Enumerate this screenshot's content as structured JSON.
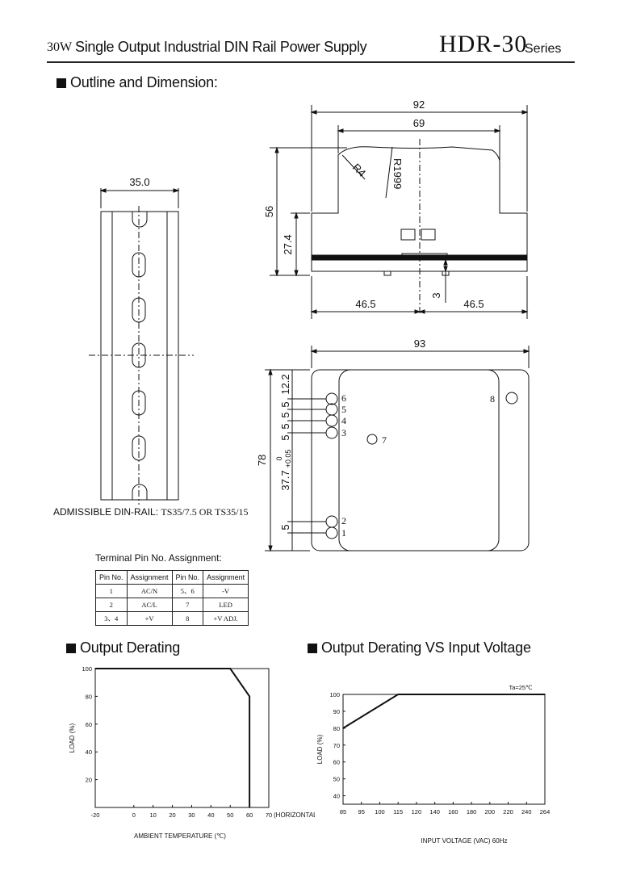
{
  "header": {
    "wattage": "30W",
    "title": "Single Output Industrial DIN Rail Power Supply",
    "model": "HDR-30",
    "series": "Series"
  },
  "sections": {
    "outline": "Outline and Dimension:",
    "derating": "Output Derating",
    "derating_vs_input": "Output Derating VS Input Voltage"
  },
  "dimensions": {
    "rail_width": "35.0",
    "width_total": "92",
    "width_inner": "69",
    "radius_small": "R4",
    "radius_large": "R1999",
    "height_total": "56",
    "height_lower": "27.4",
    "half_left": "46.5",
    "half_right": "46.5",
    "clip_depth": "3",
    "top_width": "93",
    "side_height": "78",
    "pitch_top": "12.2",
    "pitch_a": "5",
    "pitch_b": "5",
    "pitch_c": "5",
    "pitch_d": "5",
    "mid_span": "37.7",
    "mid_tol_upper": "0",
    "mid_tol_lower": "+0.05",
    "pitch_bottom": "5"
  },
  "pin_labels": [
    "1",
    "2",
    "3",
    "4",
    "5",
    "6",
    "7",
    "8"
  ],
  "din_rail": {
    "label": "ADMISSIBLE DIN-RAIL:",
    "value": "TS35/7.5 OR TS35/15"
  },
  "pin_table": {
    "title": "Terminal Pin No. Assignment:",
    "headers": [
      "Pin No.",
      "Assignment",
      "Pin No.",
      "Assignment"
    ],
    "rows": [
      [
        "1",
        "AC/N",
        "5、6",
        "-V"
      ],
      [
        "2",
        "AC/L",
        "7",
        "LED"
      ],
      [
        "3、4",
        "+V",
        "8",
        "+V ADJ."
      ]
    ]
  },
  "chart_data": [
    {
      "type": "line",
      "x": [
        -20,
        50,
        60,
        60
      ],
      "series": [
        {
          "values": [
            100,
            100,
            80,
            0
          ]
        }
      ],
      "xticks": [
        -20,
        0,
        10,
        20,
        30,
        40,
        50,
        60,
        70
      ],
      "yticks": [
        20,
        40,
        60,
        80,
        100
      ],
      "xlim": [
        -20,
        70
      ],
      "ylim": [
        0,
        100
      ],
      "xaxis_suffix": "(HORIZONTAL)",
      "xlabel": "AMBIENT TEMPERATURE (℃)",
      "ylabel": "LOAD (%)",
      "grid": false
    },
    {
      "type": "line",
      "x": [
        85,
        115,
        264
      ],
      "series": [
        {
          "values": [
            80,
            100,
            100
          ]
        }
      ],
      "xticks": [
        85,
        95,
        100,
        115,
        120,
        140,
        160,
        180,
        200,
        220,
        240,
        264
      ],
      "yticks": [
        40,
        50,
        60,
        70,
        80,
        90,
        100
      ],
      "xlim": [
        85,
        264
      ],
      "ylim": [
        35,
        100
      ],
      "annotation": "Ta=25℃",
      "xlabel": "INPUT VOLTAGE (VAC) 60Hz",
      "ylabel": "LOAD (%)",
      "grid": false
    }
  ]
}
